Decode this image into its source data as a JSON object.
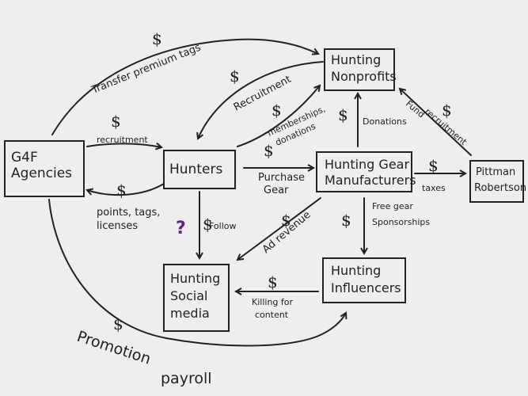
{
  "nodes": {
    "g4f": [
      "G4F",
      "Agencies"
    ],
    "hunters": [
      "Hunters"
    ],
    "nonprofits": [
      "Hunting",
      "Nonprofits"
    ],
    "gear": [
      "Hunting Gear",
      "Manufacturers"
    ],
    "pittman": [
      "Pittman",
      "Robertson"
    ],
    "influencers": [
      "Hunting",
      "Influencers"
    ],
    "social": [
      "Hunting",
      "Social",
      "media"
    ]
  },
  "edges": {
    "transfer": "Transfer premium tags",
    "recruitment_np": "Recruitment",
    "recruitment_g4f": "recruitment",
    "memberships": [
      "memberships,",
      "donations"
    ],
    "points": [
      "points, tags,",
      "licenses"
    ],
    "purchase": [
      "Purchase",
      "Gear"
    ],
    "donations": "Donations",
    "fund": [
      "Fund",
      "recruitment"
    ],
    "taxes": "taxes",
    "follow": "Follow",
    "ad_revenue": "Ad revenue",
    "free_gear": [
      "Free gear",
      "Sponsorships"
    ],
    "killing": [
      "Killing for",
      "content"
    ],
    "promotion": "Promotion",
    "payroll": "payroll"
  },
  "symbols": {
    "dollar": "$",
    "question": "?"
  },
  "colors": {
    "ink": "#222222",
    "paper": "#eeeeee",
    "question": "#5b2a86"
  }
}
